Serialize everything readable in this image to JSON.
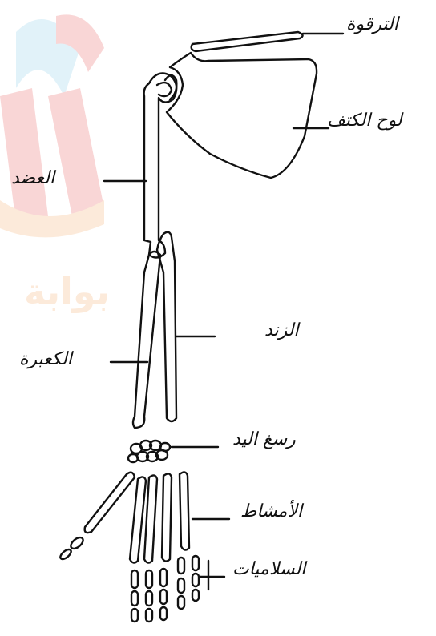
{
  "labels": {
    "clavicle": "الترقوة",
    "scapula": "لوح الكتف",
    "humerus": "العضد",
    "ulna": "الزند",
    "radius": "الكعبرة",
    "carpals": "رسغ اليد",
    "metacarpals": "الأمشاط",
    "phalanges": "السلاميات"
  },
  "watermark": {
    "text": "بوابة",
    "colors": [
      "#e54b4b",
      "#f3a25a",
      "#7cc6e6"
    ]
  },
  "ink_color": "#111111",
  "background": "#ffffff"
}
